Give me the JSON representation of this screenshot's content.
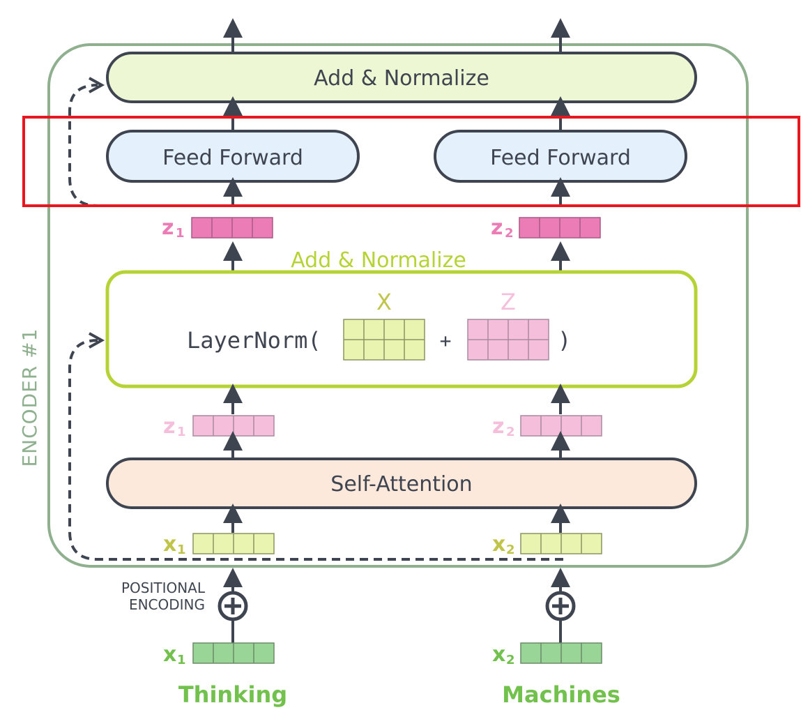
{
  "encoder": {
    "label": "ENCODER #1"
  },
  "blocks": {
    "add_norm_top": "Add & Normalize",
    "feed_forward_1": "Feed Forward",
    "feed_forward_2": "Feed Forward",
    "add_norm_mid": "Add & Normalize",
    "layernorm": {
      "prefix": "LayerNorm(",
      "plus": "+",
      "suffix": ")",
      "x_label": "X",
      "z_label": "Z"
    },
    "self_attention": "Self-Attention"
  },
  "vectors": {
    "z_out": [
      {
        "letter": "z",
        "sub": "1"
      },
      {
        "letter": "z",
        "sub": "2"
      }
    ],
    "z_attn": [
      {
        "letter": "z",
        "sub": "1"
      },
      {
        "letter": "z",
        "sub": "2"
      }
    ],
    "x_enc": [
      {
        "letter": "x",
        "sub": "1"
      },
      {
        "letter": "x",
        "sub": "2"
      }
    ],
    "x_in": [
      {
        "letter": "x",
        "sub": "1"
      },
      {
        "letter": "x",
        "sub": "2"
      }
    ]
  },
  "positional_encoding": {
    "line1": "POSITIONAL",
    "line2": "ENCODING"
  },
  "words": [
    "Thinking",
    "Machines"
  ],
  "colors": {
    "encoder_border": "#8fb08e",
    "add_norm_fill": "#eef7d3",
    "feed_forward_fill": "#e4f0fb",
    "self_attention_fill": "#fde9dc",
    "layernorm_border": "#b5d334",
    "z_dark": "#ec7cb6",
    "z_light": "#f5bedb",
    "x_light": "#e9f4b0",
    "x_green": "#99d596",
    "word_green": "#71c14c",
    "highlight_red": "#e8171f",
    "dark": "#3f4550"
  }
}
